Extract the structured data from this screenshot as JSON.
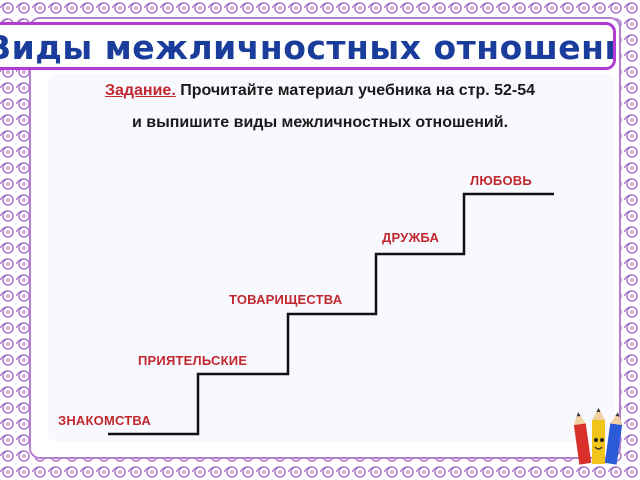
{
  "slide": {
    "title": "Виды межличностных отношений",
    "task_label": "Задание.",
    "task_line_1": " Прочитайте материал учебника на стр. 52-54",
    "task_line_2": "и выпишите виды межличностных отношений."
  },
  "stairs": {
    "steps": [
      "ЗНАКОМСТВА",
      "ПРИЯТЕЛЬСКИЕ",
      "ТОВАРИЩЕСТВА",
      "ДРУЖБА",
      "ЛЮБОВЬ"
    ]
  },
  "colors": {
    "title": "#1a3d9c",
    "title_border": "#b23bd6",
    "accent_red": "#c0282e",
    "frame": "#b37fd1"
  }
}
